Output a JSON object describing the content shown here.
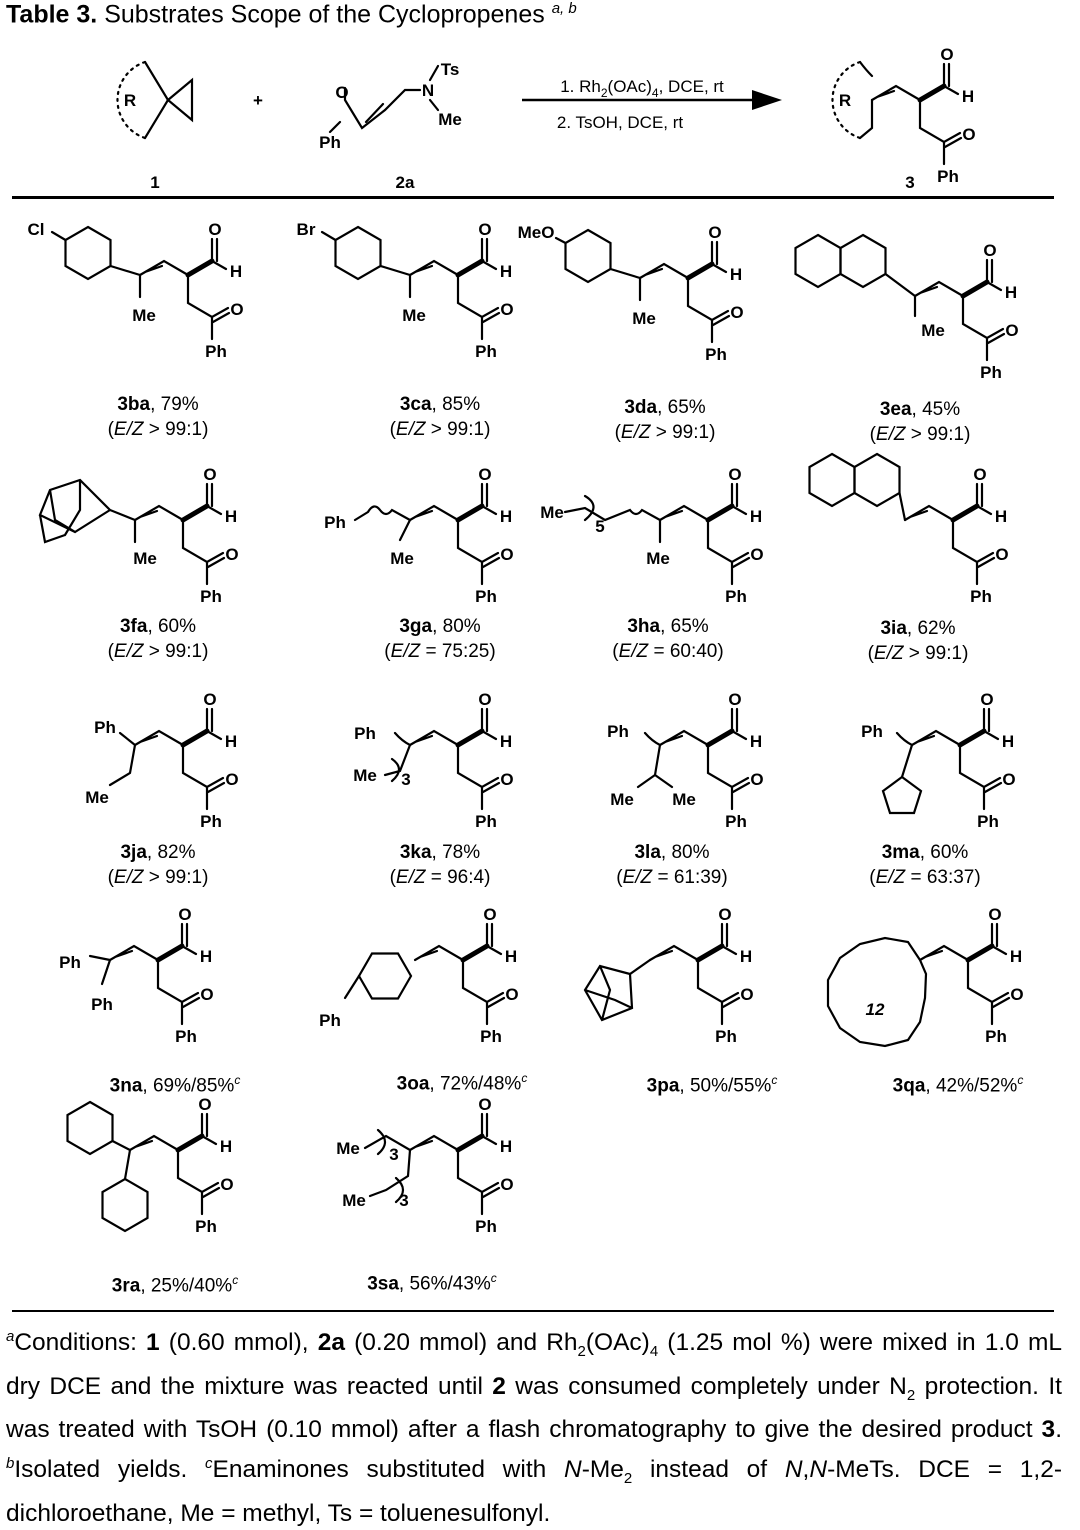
{
  "title": {
    "label": "Table 3.",
    "text": " Substrates Scope of the Cyclopropenes ",
    "sup": "a, b"
  },
  "scheme": {
    "reactant1": {
      "R": "R",
      "label": "1"
    },
    "plus": "+",
    "reactant2": {
      "O": "O",
      "Ph": "Ph",
      "N": "N",
      "Ts": "Ts",
      "Me": "Me",
      "label": "2a"
    },
    "conditions": {
      "step1": "1. Rh",
      "step1_sub": "2",
      "step1_rest": "(OAc)",
      "step1_sub2": "4",
      "step1_end": ", DCE, rt",
      "step2": "2. TsOH, DCE, rt"
    },
    "product": {
      "R": "R",
      "label": "3"
    }
  },
  "fragment": {
    "O": "O",
    "H": "H",
    "Ph": "Ph"
  },
  "compounds": [
    {
      "id": "3ba",
      "yield": ", 79%",
      "ratio_label": "E/Z",
      "ratio": " > 99:1",
      "subs": [
        "Cl",
        "Me"
      ]
    },
    {
      "id": "3ca",
      "yield": ", 85%",
      "ratio_label": "E/Z",
      "ratio": " > 99:1",
      "subs": [
        "Br",
        "Me"
      ]
    },
    {
      "id": "3da",
      "yield": ", 65%",
      "ratio_label": "E/Z",
      "ratio": " > 99:1",
      "subs": [
        "MeO",
        "Me"
      ]
    },
    {
      "id": "3ea",
      "yield": ", 45%",
      "ratio_label": "E/Z",
      "ratio": " > 99:1",
      "subs": [
        "Me"
      ]
    },
    {
      "id": "3fa",
      "yield": ", 60%",
      "ratio_label": "E/Z",
      "ratio": " > 99:1",
      "subs": [
        "Me"
      ]
    },
    {
      "id": "3ga",
      "yield": ", 80%",
      "ratio_label": "E/Z",
      "ratio": " = 75:25",
      "subs": [
        "Ph",
        "Me"
      ]
    },
    {
      "id": "3ha",
      "yield": ", 65%",
      "ratio_label": "E/Z",
      "ratio": " = 60:40",
      "subs": [
        "Me",
        "5",
        "Me"
      ]
    },
    {
      "id": "3ia",
      "yield": ", 62%",
      "ratio_label": "E/Z",
      "ratio": " > 99:1",
      "subs": []
    },
    {
      "id": "3ja",
      "yield": ", 82%",
      "ratio_label": "E/Z",
      "ratio": " > 99:1",
      "subs": [
        "Ph",
        "Me"
      ]
    },
    {
      "id": "3ka",
      "yield": ", 78%",
      "ratio_label": "E/Z",
      "ratio": " = 96:4",
      "subs": [
        "Ph",
        "Me",
        "3"
      ]
    },
    {
      "id": "3la",
      "yield": ", 80%",
      "ratio_label": "E/Z",
      "ratio": " = 61:39",
      "subs": [
        "Ph",
        "Me",
        "Me"
      ]
    },
    {
      "id": "3ma",
      "yield": ", 60%",
      "ratio_label": "E/Z",
      "ratio": " = 63:37",
      "subs": [
        "Ph"
      ]
    },
    {
      "id": "3na",
      "yield": ", 69%/85%",
      "sup": "c",
      "subs": [
        "Ph",
        "Ph"
      ]
    },
    {
      "id": "3oa",
      "yield": ", 72%/48%",
      "sup": "c",
      "subs": [
        "Ph"
      ]
    },
    {
      "id": "3pa",
      "yield": ", 50%/55%",
      "sup": "c",
      "subs": []
    },
    {
      "id": "3qa",
      "yield": ", 42%/52%",
      "sup": "c",
      "subs": [
        "12"
      ]
    },
    {
      "id": "3ra",
      "yield": ", 25%/40%",
      "sup": "c",
      "subs": []
    },
    {
      "id": "3sa",
      "yield": ", 56%/43%",
      "sup": "c",
      "subs": [
        "Me",
        "3",
        "Me",
        "3"
      ]
    }
  ],
  "footnote": {
    "a": "a",
    "t1": "Conditions: ",
    "b1": "1",
    "t2": " (0.60 mmol), ",
    "b2": "2a",
    "t3": " (0.20 mmol) and Rh",
    "s1": "2",
    "t4": "(OAc)",
    "s2": "4",
    "t5": " (1.25 mol %) were mixed in 1.0 mL dry DCE and the mixture was reacted until ",
    "b3": "2",
    "t6": " was consumed completely under N",
    "s3": "2",
    "t7": " protection. It was treated with TsOH (0.10 mmol) after a flash chromatography to give the desired product ",
    "b4": "3",
    "t8": ". ",
    "b": "b",
    "t9": "Isolated yields. ",
    "c": "c",
    "t10": "Enaminones substituted with ",
    "i1": "N",
    "t11": "-Me",
    "s4": "2",
    "t12": " instead of ",
    "i2": "N",
    "t13": ",",
    "i3": "N",
    "t14": "-MeTs. DCE = 1,2-dichloroethane, Me = methyl, Ts = toluenesulfonyl."
  }
}
